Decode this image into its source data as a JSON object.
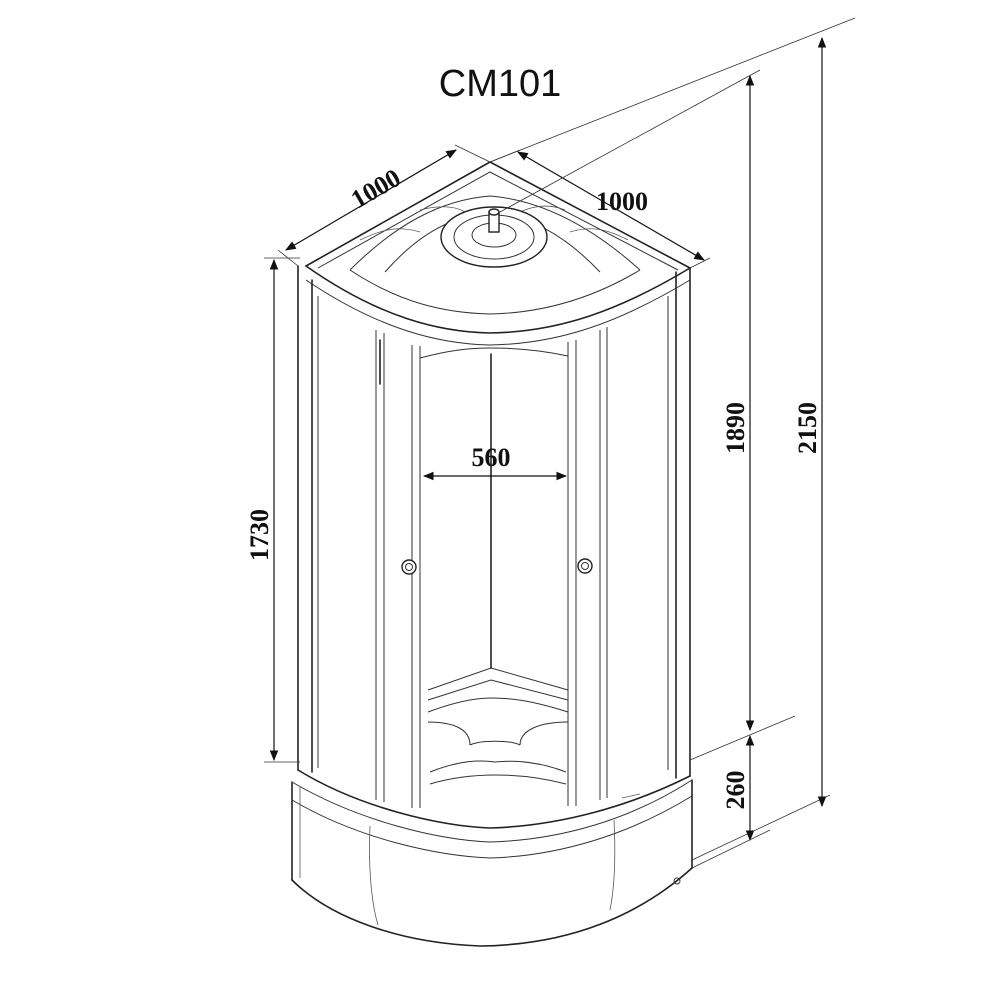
{
  "diagram": {
    "title": "CM101",
    "dimensions": {
      "width_left": "1000",
      "width_right": "1000",
      "door_opening": "560",
      "cabin_height": "1730",
      "inner_height": "1890",
      "total_height": "2150",
      "tray_height": "260"
    },
    "colors": {
      "line": "#222222",
      "background": "#ffffff"
    }
  }
}
